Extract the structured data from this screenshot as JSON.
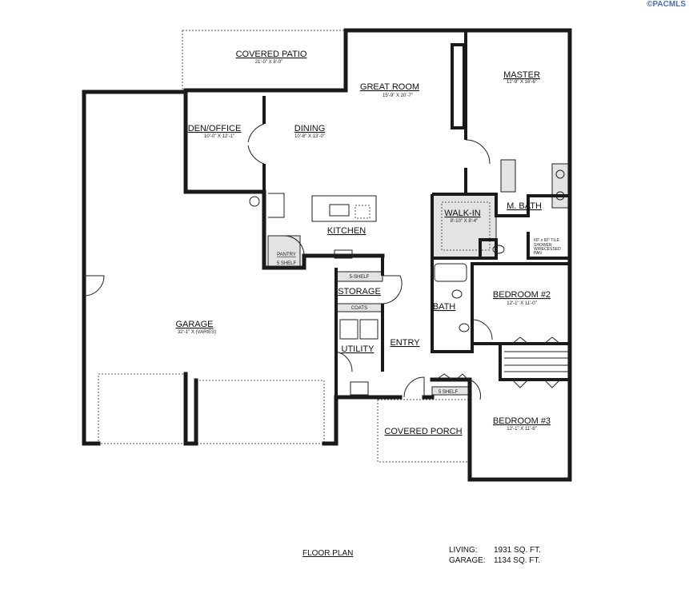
{
  "watermark": "©PACMLS",
  "rooms": {
    "covered_patio": {
      "name": "COVERED PATIO",
      "dims": "21'-0\" X 8'-0\""
    },
    "great_room": {
      "name": "GREAT ROOM",
      "dims": "15'-9\" X 20'-7\""
    },
    "master": {
      "name": "MASTER",
      "dims": "12'-9\" X 16'-6\""
    },
    "den_office": {
      "name": "DEN/OFFICE",
      "dims": "10'-0\" X 12'-1\""
    },
    "dining": {
      "name": "DINING",
      "dims": "10'-8\" X 13'-0\""
    },
    "kitchen": {
      "name": "KITCHEN"
    },
    "walk_in": {
      "name": "WALK-IN",
      "dims": "8'-10\" X 8'-4\""
    },
    "m_bath": {
      "name": "M. BATH"
    },
    "pantry": {
      "name": "PANTRY",
      "shelf": "5 SHELF"
    },
    "storage": {
      "name": "STORAGE",
      "shelf": "5-SHELF",
      "coats": "COATS"
    },
    "bath": {
      "name": "BATH"
    },
    "bedroom2": {
      "name": "BEDROOM #2",
      "dims": "12'-1\" X 11'-0\""
    },
    "garage": {
      "name": "GARAGE",
      "dims": "32'-1\" X (VARIES)"
    },
    "utility": {
      "name": "UTILITY"
    },
    "entry": {
      "name": "ENTRY"
    },
    "bedroom3": {
      "name": "BEDROOM #3",
      "dims": "12'-1\" X 11'-8\""
    },
    "closet_shelf": "5 SHELF",
    "covered_porch": {
      "name": "COVERED PORCH"
    }
  },
  "shower_note": [
    "60\" x 60\" TILE",
    "SHOWER",
    "W/RECESSED",
    "PAN"
  ],
  "footer": {
    "title": "FLOOR PLAN",
    "living_label": "LIVING:",
    "living_value": "1931 SQ. FT.",
    "garage_label": "GARAGE:",
    "garage_value": "1134 SQ. FT."
  }
}
